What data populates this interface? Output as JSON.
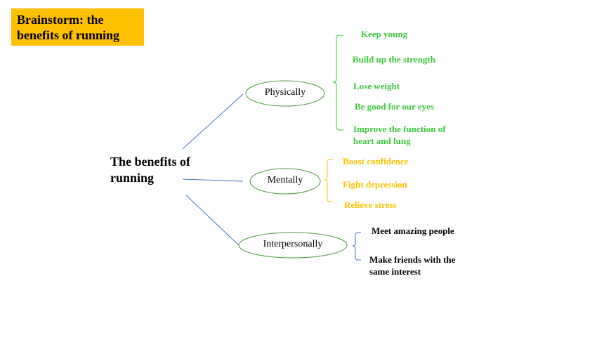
{
  "title": "Brainstorm: the benefits of running",
  "center_topic": "The benefits of running",
  "colors": {
    "title_background": "#FFC000",
    "physical": "#3CC63C",
    "mental": "#FFC000",
    "interpersonal": "#000000",
    "connector": "#4472C4",
    "node_outline_physical": "#4C9A3F",
    "node_outline_mental": "#4C9A3F",
    "node_outline_interpersonal": "#4C9A3F"
  },
  "branches": {
    "physically": {
      "label": "Physically",
      "items": [
        "Keep young",
        "Build up the strength",
        "Lose weight",
        "Be good for our eyes",
        "Improve the function of heart and lung"
      ]
    },
    "mentally": {
      "label": "Mentally",
      "items": [
        "Boost confidence",
        "Fight depression",
        "Relieve stress"
      ]
    },
    "interpersonally": {
      "label": "Interpersonally",
      "items": [
        "Meet amazing people",
        "Make friends with the same interest"
      ]
    }
  }
}
